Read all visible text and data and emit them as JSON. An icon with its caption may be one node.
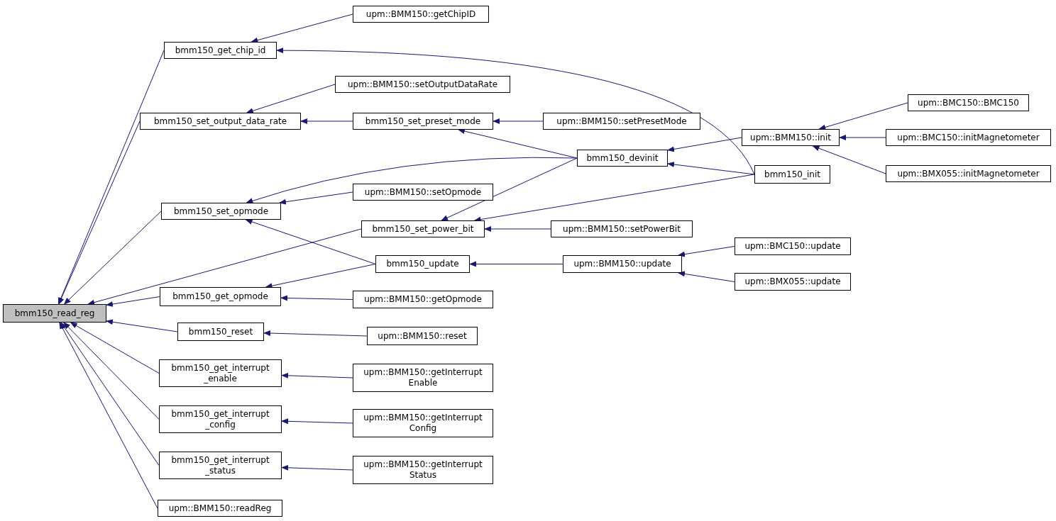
{
  "diagram": {
    "nodes": [
      {
        "text": [
          "bmm150_read_reg"
        ]
      },
      {
        "text": [
          "bmm150_get_chip_id"
        ]
      },
      {
        "text": [
          "upm::BMM150::getChipID"
        ]
      },
      {
        "text": [
          "bmm150_set_output_data_rate"
        ]
      },
      {
        "text": [
          "upm::BMM150::setOutputDataRate"
        ]
      },
      {
        "text": [
          "bmm150_set_preset_mode"
        ]
      },
      {
        "text": [
          "upm::BMM150::setPresetMode"
        ]
      },
      {
        "text": [
          "bmm150_devinit"
        ]
      },
      {
        "text": [
          "upm::BMM150::init"
        ]
      },
      {
        "text": [
          "upm::BMC150::BMC150"
        ]
      },
      {
        "text": [
          "upm::BMC150::initMagnetometer"
        ]
      },
      {
        "text": [
          "upm::BMX055::initMagnetometer"
        ]
      },
      {
        "text": [
          "bmm150_init"
        ]
      },
      {
        "text": [
          "bmm150_set_opmode"
        ]
      },
      {
        "text": [
          "upm::BMM150::setOpmode"
        ]
      },
      {
        "text": [
          "bmm150_set_power_bit"
        ]
      },
      {
        "text": [
          "upm::BMM150::setPowerBit"
        ]
      },
      {
        "text": [
          "bmm150_update"
        ]
      },
      {
        "text": [
          "upm::BMM150::update"
        ]
      },
      {
        "text": [
          "upm::BMC150::update"
        ]
      },
      {
        "text": [
          "upm::BMX055::update"
        ]
      },
      {
        "text": [
          "bmm150_get_opmode"
        ]
      },
      {
        "text": [
          "upm::BMM150::getOpmode"
        ]
      },
      {
        "text": [
          "bmm150_reset"
        ]
      },
      {
        "text": [
          "upm::BMM150::reset"
        ]
      },
      {
        "text": [
          "bmm150_get_interrupt _enable"
        ]
      },
      {
        "text": [
          "upm::BMM150::getInterrupt Enable"
        ]
      },
      {
        "text": [
          "bmm150_get_interrupt _config"
        ]
      },
      {
        "text": [
          "upm::BMM150::getInterrupt Config"
        ]
      },
      {
        "text": [
          "bmm150_get_interrupt _status"
        ]
      },
      {
        "text": [
          "upm::BMM150::getInterrupt Status"
        ]
      },
      {
        "text": [
          "upm::BMM150::readReg"
        ]
      }
    ],
    "edges": [
      {
        "from": 1,
        "to": 0,
        "arrow": "to"
      },
      {
        "from": 3,
        "to": 0,
        "arrow": "to"
      },
      {
        "from": 13,
        "to": 0,
        "arrow": "to"
      },
      {
        "from": 15,
        "to": 0,
        "arrow": "to"
      },
      {
        "from": 21,
        "to": 0,
        "arrow": "to"
      },
      {
        "from": 23,
        "to": 0,
        "arrow": "to"
      },
      {
        "from": 25,
        "to": 0,
        "arrow": "to"
      },
      {
        "from": 27,
        "to": 0,
        "arrow": "to"
      },
      {
        "from": 29,
        "to": 0,
        "arrow": "to"
      },
      {
        "from": 31,
        "to": 0,
        "arrow": "to"
      },
      {
        "from": 2,
        "to": 1,
        "arrow": "to"
      },
      {
        "from": 12,
        "to": 1,
        "arrow": "to"
      },
      {
        "from": 4,
        "to": 3,
        "arrow": "to"
      },
      {
        "from": 5,
        "to": 3,
        "arrow": "to"
      },
      {
        "from": 6,
        "to": 5,
        "arrow": "to"
      },
      {
        "from": 7,
        "to": 5,
        "arrow": "to"
      },
      {
        "from": 7,
        "to": 13,
        "arrow": "to"
      },
      {
        "from": 8,
        "to": 7,
        "arrow": "to"
      },
      {
        "from": 12,
        "to": 7,
        "arrow": "to"
      },
      {
        "from": 9,
        "to": 8,
        "arrow": "to"
      },
      {
        "from": 10,
        "to": 8,
        "arrow": "to"
      },
      {
        "from": 11,
        "to": 8,
        "arrow": "to"
      },
      {
        "from": 14,
        "to": 13,
        "arrow": "to"
      },
      {
        "from": 17,
        "to": 13,
        "arrow": "to"
      },
      {
        "from": 7,
        "to": 15,
        "arrow": "to"
      },
      {
        "from": 12,
        "to": 15,
        "arrow": "to"
      },
      {
        "from": 16,
        "to": 15,
        "arrow": "to"
      },
      {
        "from": 17,
        "to": 21,
        "arrow": "to"
      },
      {
        "from": 22,
        "to": 21,
        "arrow": "to"
      },
      {
        "from": 18,
        "to": 17,
        "arrow": "to"
      },
      {
        "from": 19,
        "to": 18,
        "arrow": "to"
      },
      {
        "from": 20,
        "to": 18,
        "arrow": "to"
      },
      {
        "from": 24,
        "to": 23,
        "arrow": "to"
      },
      {
        "from": 26,
        "to": 25,
        "arrow": "to"
      },
      {
        "from": 28,
        "to": 27,
        "arrow": "to"
      },
      {
        "from": 30,
        "to": 29,
        "arrow": "to"
      }
    ]
  }
}
